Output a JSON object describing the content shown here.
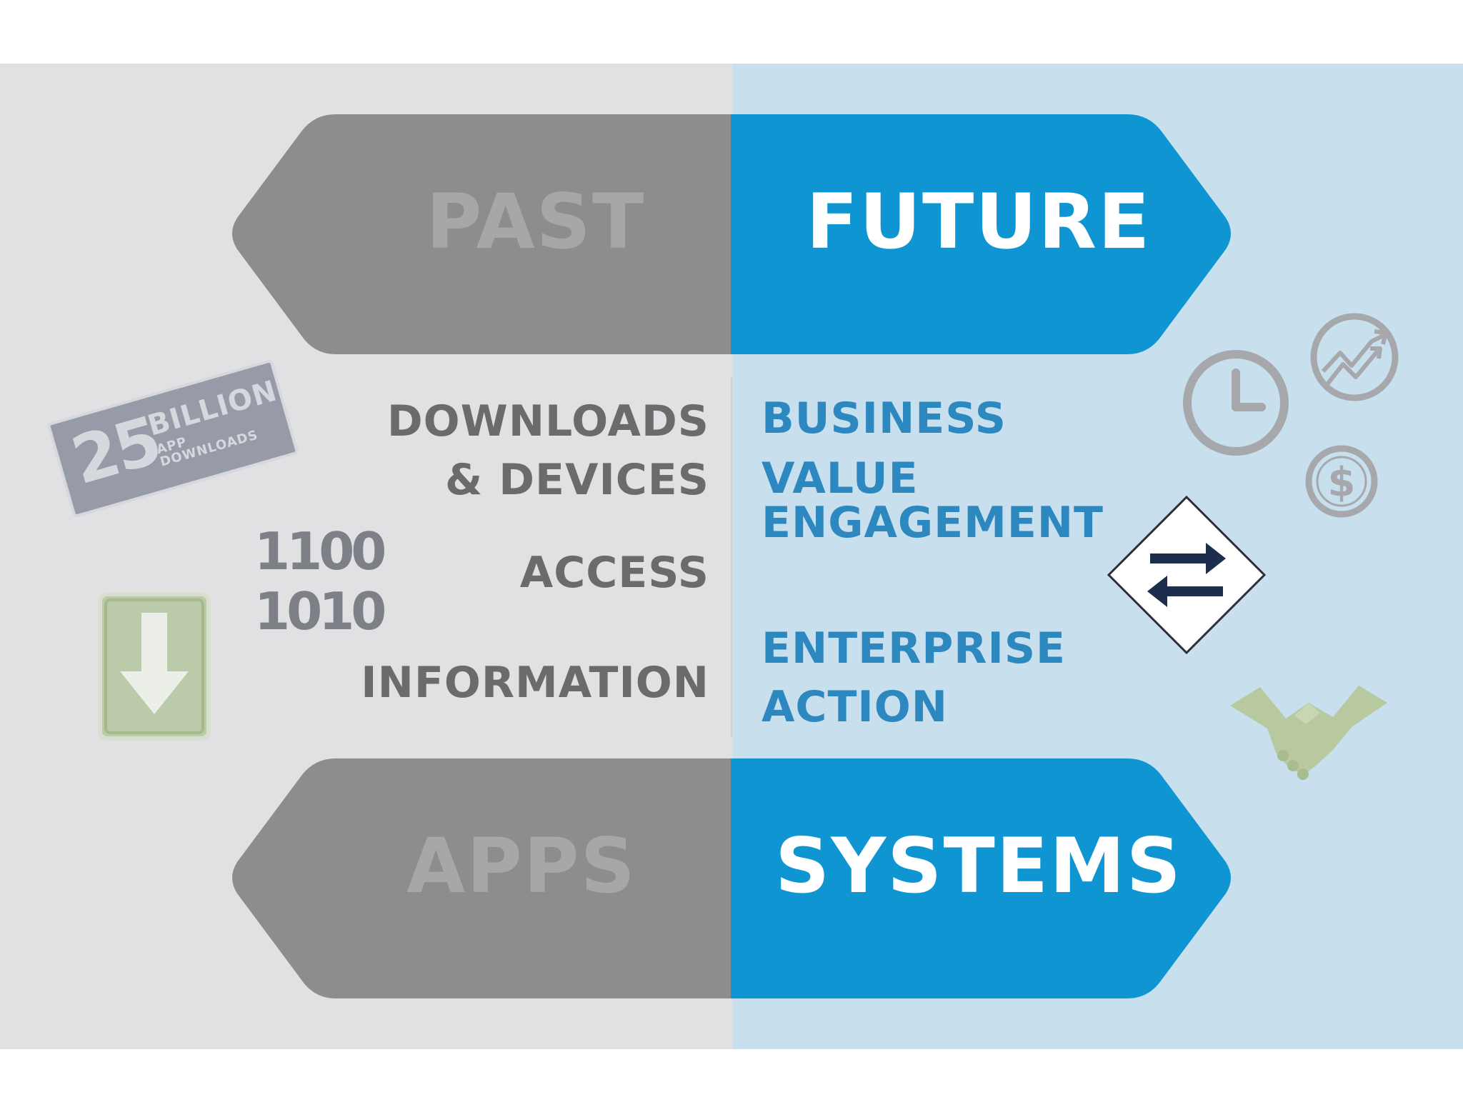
{
  "past": {
    "top_label": "PAST",
    "bottom_label": "APPS",
    "items": [
      "DOWNLOADS",
      "& DEVICES",
      "ACCESS",
      "INFORMATION"
    ]
  },
  "future": {
    "top_label": "FUTURE",
    "bottom_label": "SYSTEMS",
    "items": [
      "BUSINESS",
      "VALUE",
      "ENGAGEMENT",
      "ENTERPRISE",
      "ACTION"
    ]
  },
  "badge": {
    "number": "25",
    "word": "BILLION",
    "sub": "APP DOWNLOADS"
  },
  "binary": [
    "1100",
    "1010"
  ],
  "colors": {
    "past_arrow": "#8d8d8f",
    "future_arrow": "#0f95d1",
    "left_background": "#e1e1e3",
    "right_background": "#c8dfee",
    "future_text": "#2d88c0",
    "past_text": "#6b6b6e"
  },
  "icons": [
    "download-arrow-icon",
    "clock-icon",
    "trend-chart-icon",
    "dollar-icon",
    "exchange-arrows-icon",
    "handshake-icon"
  ]
}
